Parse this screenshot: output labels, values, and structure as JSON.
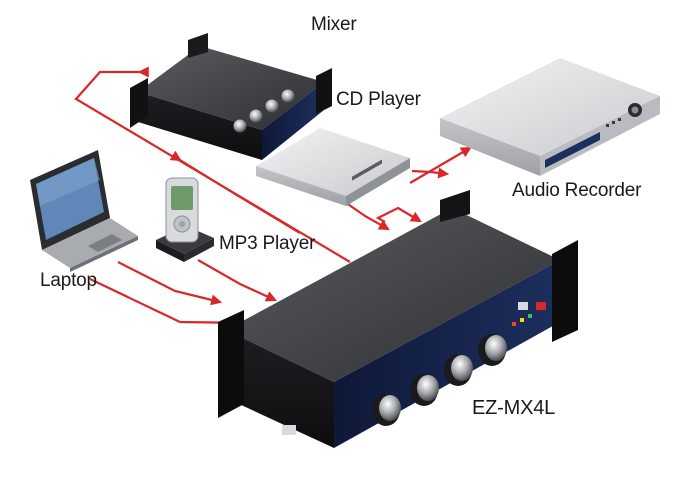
{
  "labels": {
    "mixer": "Mixer",
    "cd_player": "CD Player",
    "audio_recorder": "Audio Recorder",
    "mp3_player": "MP3 Player",
    "laptop": "Laptop",
    "main_device": "EZ-MX4L"
  },
  "colors": {
    "cable": "#d8282a",
    "device_body": "#2c2c2e",
    "device_silver": "#d9dbdd",
    "front_panel": "#13224a"
  }
}
